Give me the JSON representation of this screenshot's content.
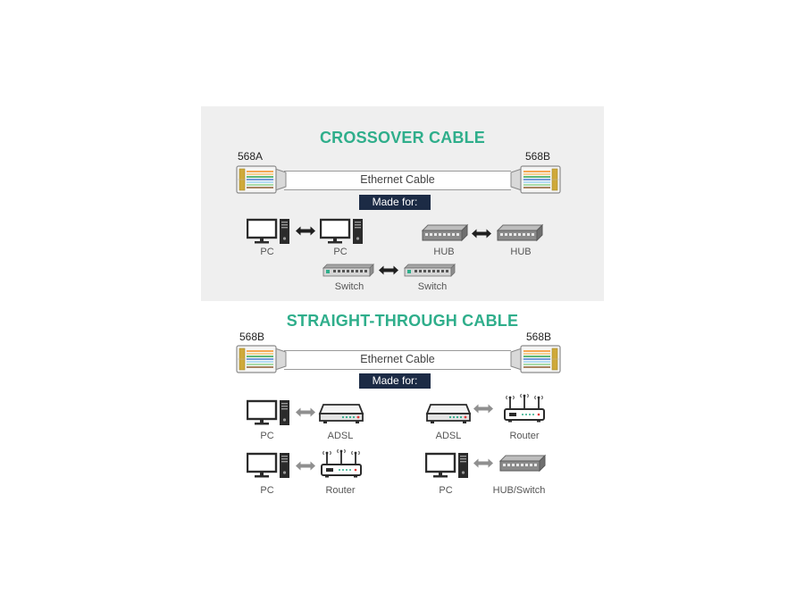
{
  "crossover": {
    "title": "CROSSOVER CABLE",
    "left_standard": "568A",
    "right_standard": "568B",
    "cable_label": "Ethernet Cable",
    "made_for": "Made for:",
    "pairs": [
      {
        "left": "PC",
        "right": "PC"
      },
      {
        "left": "HUB",
        "right": "HUB"
      },
      {
        "left": "Switch",
        "right": "Switch"
      }
    ]
  },
  "straight": {
    "title": "STRAIGHT-THROUGH CABLE",
    "left_standard": "568B",
    "right_standard": "568B",
    "cable_label": "Ethernet Cable",
    "made_for": "Made for:",
    "pairs": [
      {
        "left": "PC",
        "right": "ADSL"
      },
      {
        "left": "ADSL",
        "right": "Router"
      },
      {
        "left": "PC",
        "right": "Router"
      },
      {
        "left": "PC",
        "right": "HUB/Switch"
      }
    ]
  },
  "colors": {
    "title": "#2fae8b",
    "panel_background": "#efefef",
    "made_for_background": "#1c2b45"
  },
  "icons": [
    "rj45-connector-icon",
    "pc-icon",
    "hub-icon",
    "switch-icon",
    "adsl-modem-icon",
    "router-icon",
    "double-arrow-icon"
  ]
}
